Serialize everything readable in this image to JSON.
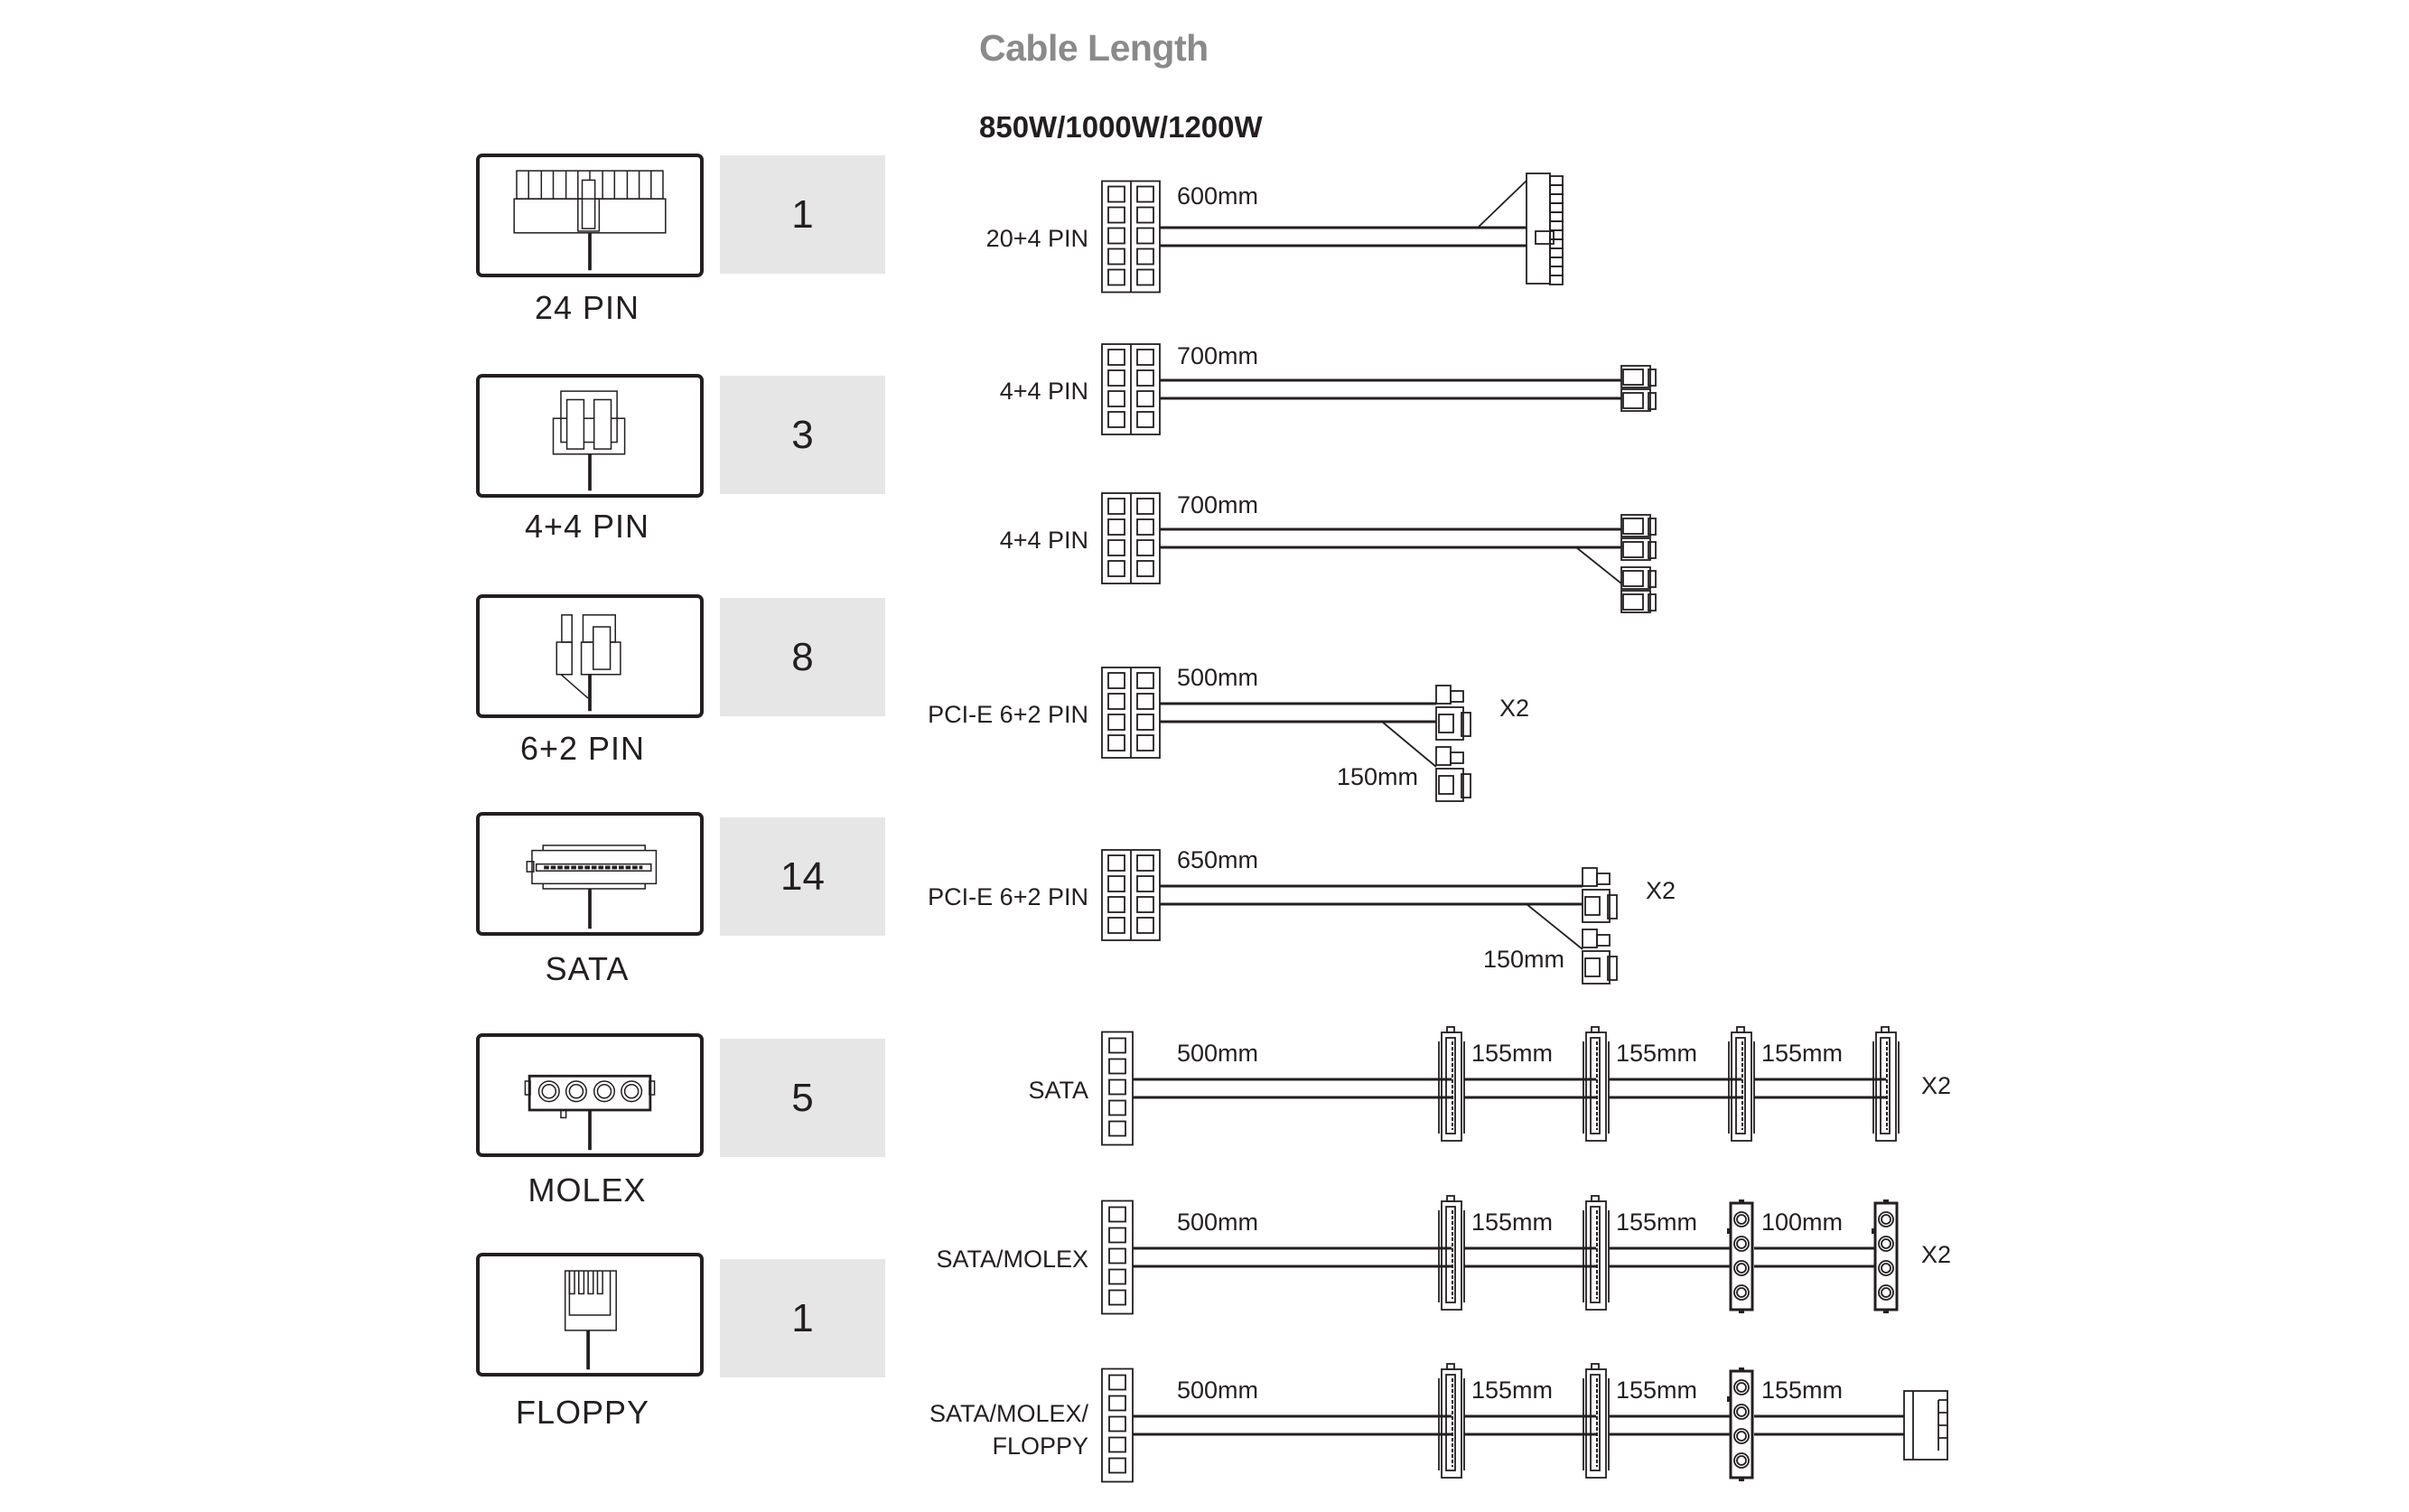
{
  "title": "Cable Length",
  "subtitle": "850W/1000W/1200W",
  "connectors": [
    {
      "name": "24 PIN",
      "count": "1",
      "icon": "atx-24pin-icon"
    },
    {
      "name": "4+4 PIN",
      "count": "3",
      "icon": "cpu-4plus4-icon"
    },
    {
      "name": "6+2 PIN",
      "count": "8",
      "icon": "pcie-6plus2-icon"
    },
    {
      "name": "SATA",
      "count": "14",
      "icon": "sata-icon"
    },
    {
      "name": "MOLEX",
      "count": "5",
      "icon": "molex-icon"
    },
    {
      "name": "FLOPPY",
      "count": "1",
      "icon": "floppy-icon"
    }
  ],
  "cables": [
    {
      "label": [
        "20+4 PIN"
      ],
      "type": "atx",
      "main_length": "600mm"
    },
    {
      "label": [
        "4+4 PIN"
      ],
      "type": "cpu_single",
      "main_length": "700mm"
    },
    {
      "label": [
        "4+4 PIN"
      ],
      "type": "cpu_double",
      "main_length": "700mm"
    },
    {
      "label": [
        "PCI-E 6+2 PIN"
      ],
      "type": "pcie",
      "main_length": "500mm",
      "branch_length": "150mm",
      "multiplier": "X2"
    },
    {
      "label": [
        "PCI-E 6+2 PIN"
      ],
      "type": "pcie",
      "main_length": "650mm",
      "branch_length": "150mm",
      "multiplier": "X2"
    },
    {
      "label": [
        "SATA"
      ],
      "type": "chain",
      "segments": [
        {
          "length": "500mm",
          "end": "sata"
        },
        {
          "length": "155mm",
          "end": "sata"
        },
        {
          "length": "155mm",
          "end": "sata"
        },
        {
          "length": "155mm",
          "end": "sata"
        }
      ],
      "multiplier": "X2"
    },
    {
      "label": [
        "SATA/MOLEX"
      ],
      "type": "chain",
      "segments": [
        {
          "length": "500mm",
          "end": "sata"
        },
        {
          "length": "155mm",
          "end": "sata"
        },
        {
          "length": "155mm",
          "end": "molex"
        },
        {
          "length": "100mm",
          "end": "molex"
        }
      ],
      "multiplier": "X2"
    },
    {
      "label": [
        "SATA/MOLEX/",
        "FLOPPY"
      ],
      "type": "chain",
      "segments": [
        {
          "length": "500mm",
          "end": "sata"
        },
        {
          "length": "155mm",
          "end": "sata"
        },
        {
          "length": "155mm",
          "end": "molex"
        },
        {
          "length": "155mm",
          "end": "floppy"
        }
      ],
      "multiplier": ""
    }
  ],
  "colors": {
    "ink": "#231f20",
    "count_bg": "#e6e6e6",
    "title": "#8a8a8a"
  }
}
